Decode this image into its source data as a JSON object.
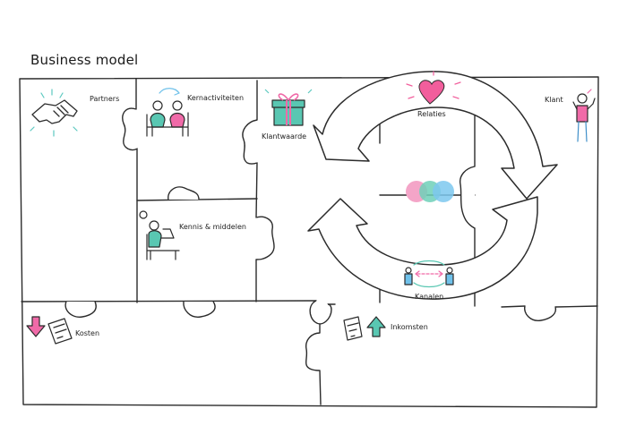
{
  "title": "Business model",
  "blocks": {
    "partners": "Partners",
    "kernactiviteiten": "Kernactiviteiten",
    "klantwaarde": "Klantwaarde",
    "relaties": "Relaties",
    "klant": "Klant",
    "kennis_middelen": "Kennis & middelen",
    "kanalen": "Kanalen",
    "kosten": "Kosten",
    "inkomsten": "Inkomsten"
  },
  "colors": {
    "outline": "#2b2b2b",
    "teal": "#5cc9c0",
    "pink": "#f06aa8",
    "blue": "#6fc1ea",
    "green": "#59c7b2",
    "heart": "#f25e9c"
  },
  "icons": [
    "handshake-icon",
    "meeting-icon",
    "gift-icon",
    "heart-icon",
    "customer-icon",
    "person-laptop-icon",
    "channels-icon",
    "cost-arrow-icon",
    "income-arrow-icon",
    "brand-dots-icon"
  ]
}
